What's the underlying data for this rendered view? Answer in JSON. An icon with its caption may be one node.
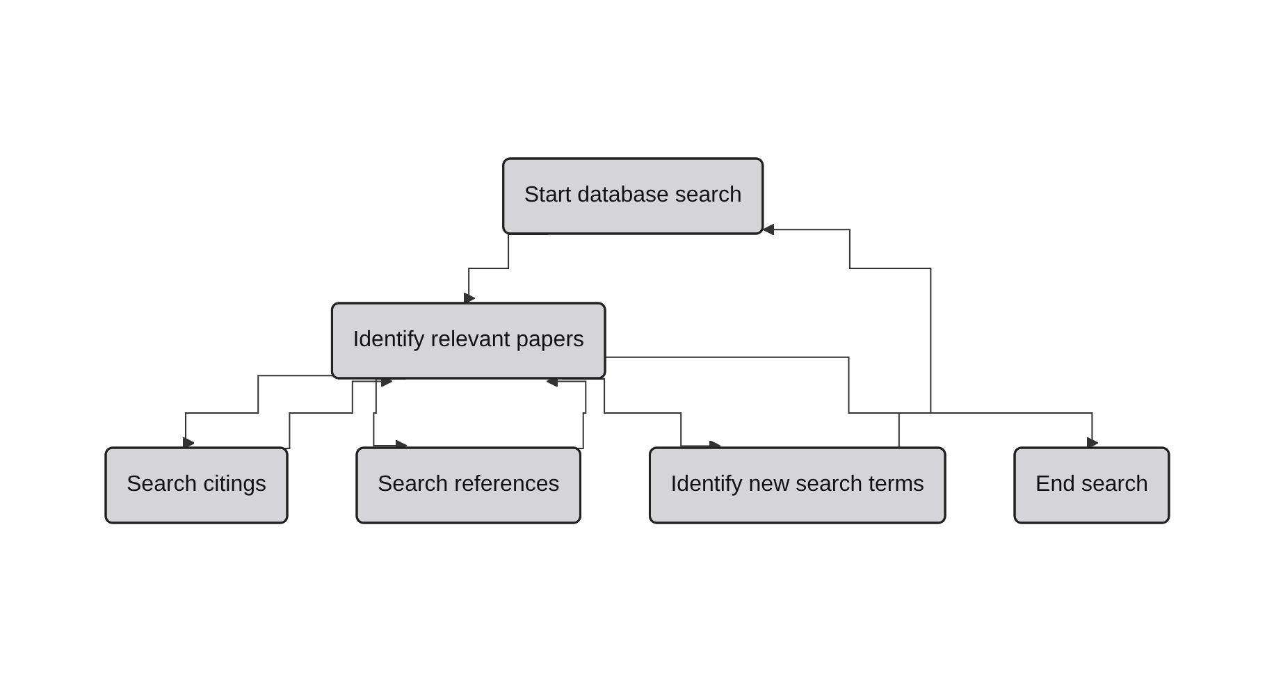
{
  "diagram": {
    "nodes": [
      {
        "text": [
          "Start database search"
        ]
      },
      {
        "text": [
          "Identify relevant papers"
        ]
      },
      {
        "text": [
          "Search citings"
        ]
      },
      {
        "text": [
          "Search references"
        ]
      },
      {
        "text": [
          "Identify new search terms"
        ]
      },
      {
        "text": [
          "End search"
        ]
      }
    ],
    "edges": [
      {
        "from": 0,
        "to": 1,
        "arrow": "to"
      },
      {
        "from": 1,
        "to": 2,
        "arrow": "to"
      },
      {
        "from": 2,
        "to": 1,
        "arrow": "to"
      },
      {
        "from": 1,
        "to": 3,
        "arrow": "to"
      },
      {
        "from": 3,
        "to": 1,
        "arrow": "to"
      },
      {
        "from": 1,
        "to": 4,
        "arrow": "to"
      },
      {
        "from": 4,
        "to": 0,
        "arrow": "to"
      },
      {
        "from": 1,
        "to": 5,
        "arrow": "to"
      }
    ]
  }
}
